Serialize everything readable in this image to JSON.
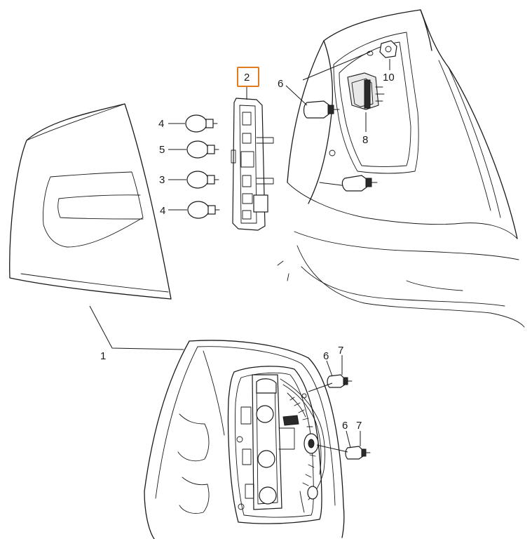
{
  "labels": {
    "part_1": "1",
    "part_2": "2",
    "part_3": "3",
    "part_4a": "4",
    "part_4b": "4",
    "part_5": "5",
    "part_6a": "6",
    "part_6b": "6",
    "part_6c": "6",
    "part_7a": "7",
    "part_7b": "7",
    "part_8": "8",
    "part_10": "10"
  },
  "highlight": {
    "label": "2",
    "color": "#e07b1f"
  }
}
